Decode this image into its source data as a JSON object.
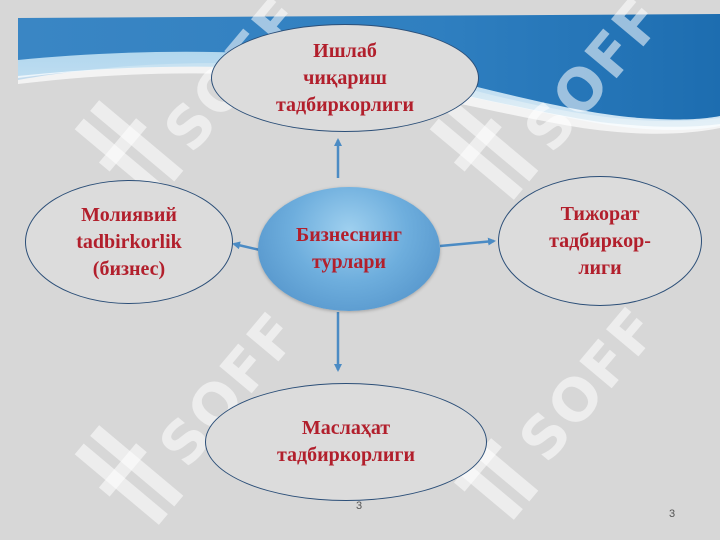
{
  "diagram": {
    "center": "Бизнеснинг\nтурлари",
    "top": "Ишлаб\nчиқариш\nтадбиркорлиги",
    "left": "Молиявий\ntadbirkorlik\n(бизнес)",
    "right": "Тижорат\nтадбиркор-\nлиги",
    "bottom": "Маслаҳат\nтадбиркорлиги"
  },
  "watermark": {
    "text": "SOFF"
  },
  "footer": {
    "center_page": "3",
    "page_number": "3"
  },
  "colors": {
    "label_text": "#b21f2c",
    "node_border": "#2c4f78",
    "arrow": "#4b8bc4",
    "center_fill": "#6eaedd",
    "background": "#d7d7d7"
  }
}
